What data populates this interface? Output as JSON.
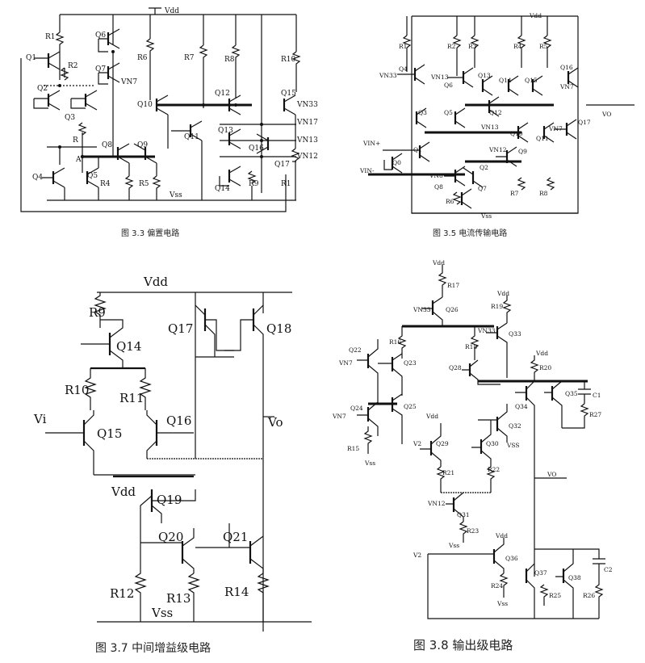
{
  "figures": [
    {
      "id": "fig33",
      "caption": "图 3.3  偏置电路",
      "labels": [
        "Vdd",
        "R1",
        "R2",
        "Q1",
        "Q2",
        "Q3",
        "Q4",
        "Q5",
        "Q6",
        "Q7",
        "VN7",
        "R6",
        "R7",
        "R8",
        "R10",
        "Q10",
        "Q11",
        "Q12",
        "Q13",
        "Q14",
        "Q15",
        "Q16",
        "Q17",
        "VN33",
        "VN17",
        "VN13",
        "VN12",
        "R",
        "A",
        "Q8",
        "Q9",
        "R4",
        "R5",
        "R9",
        "R1",
        "Vss"
      ]
    },
    {
      "id": "fig35",
      "caption": "图 3.5  电流传输电路",
      "labels": [
        "Vdd",
        "R1",
        "R2",
        "R3",
        "R4",
        "R5",
        "VN33",
        "Q4",
        "VN13",
        "Q6",
        "Q13",
        "Q14",
        "Q15",
        "Q16",
        "VN7",
        "Q3",
        "Q5",
        "Q12",
        "Q17",
        "VN7",
        "VO",
        "VIN+",
        "VIN-",
        "Q1",
        "Q0",
        "VN13",
        "Q10",
        "Q11",
        "VN12",
        "Q9",
        "VN8",
        "Q8",
        "Q2",
        "Q7",
        "R6",
        "R7",
        "R8",
        "Vss"
      ]
    },
    {
      "id": "fig37",
      "caption": "图 3.7  中间增益级电路",
      "labels": [
        "Vdd",
        "R9",
        "Q14",
        "Q17",
        "Q18",
        "R10",
        "R11",
        "Vi",
        "Q15",
        "Q16",
        "Vo",
        "Vdd",
        "Q19",
        "Q20",
        "Q21",
        "R12",
        "R13",
        "R14",
        "Vss"
      ]
    },
    {
      "id": "fig38",
      "caption": "图 3.8  输出级电路",
      "labels": [
        "Vdd",
        "R17",
        "VN33",
        "Q26",
        "Vdd",
        "R19",
        "VN33",
        "Q33",
        "R16",
        "R18",
        "Q22",
        "VN7",
        "Q23",
        "Q28",
        "Vdd",
        "R20",
        "Q34",
        "Q35",
        "C1",
        "R27",
        "VN7",
        "Q24",
        "Q25",
        "Vdd",
        "Q29",
        "Q30",
        "Q32",
        "VSS",
        "R15",
        "Vss",
        "V2",
        "R21",
        "R22",
        "VO",
        "VN12",
        "Q31",
        "R23",
        "Vss",
        "Vdd",
        "V2",
        "Q36",
        "Q37",
        "Q38",
        "C2",
        "R24",
        "R25",
        "R26",
        "Vss"
      ]
    }
  ]
}
